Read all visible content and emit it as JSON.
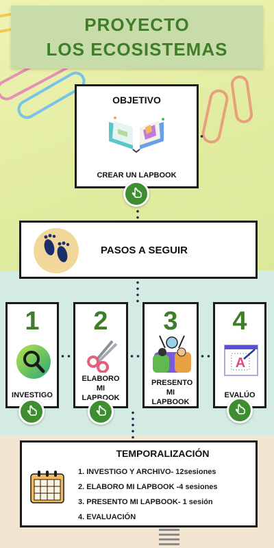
{
  "title": {
    "line1": "PROYECTO",
    "line2": "LOS ECOSISTEMAS"
  },
  "objective": {
    "heading": "OBJETIVO",
    "label": "CREAR UN LAPBOOK"
  },
  "steps_header": {
    "label": "PASOS A SEGUIR"
  },
  "steps": [
    {
      "number": "1",
      "label": "INVESTIGO"
    },
    {
      "number": "2",
      "label": "ELABORO MI LAPBOOK"
    },
    {
      "number": "3",
      "label": "PRESENTO MI LAPBOOK"
    },
    {
      "number": "4",
      "label": "EVALÚO"
    }
  ],
  "timing": {
    "heading": "TEMPORALIZACIÓN",
    "items": [
      "1. INVESTIGO Y ARCHIVO- 12sesiones",
      "2. ELABORO MI LAPBOOK -4 sesiones",
      "3. PRESENTO MI LAPBOOK- 1 sesión",
      "4. EVALUACIÓN"
    ]
  },
  "colors": {
    "accent_green": "#3f7d2a",
    "button_green": "#3f8d31",
    "title_bg": "#c7dca8"
  },
  "icons": [
    "open-book-icon",
    "footprints-icon",
    "magnifier-icon",
    "scissors-icon",
    "presenters-icon",
    "design-letter-icon",
    "calendar-icon",
    "pointing-hand-icon"
  ]
}
